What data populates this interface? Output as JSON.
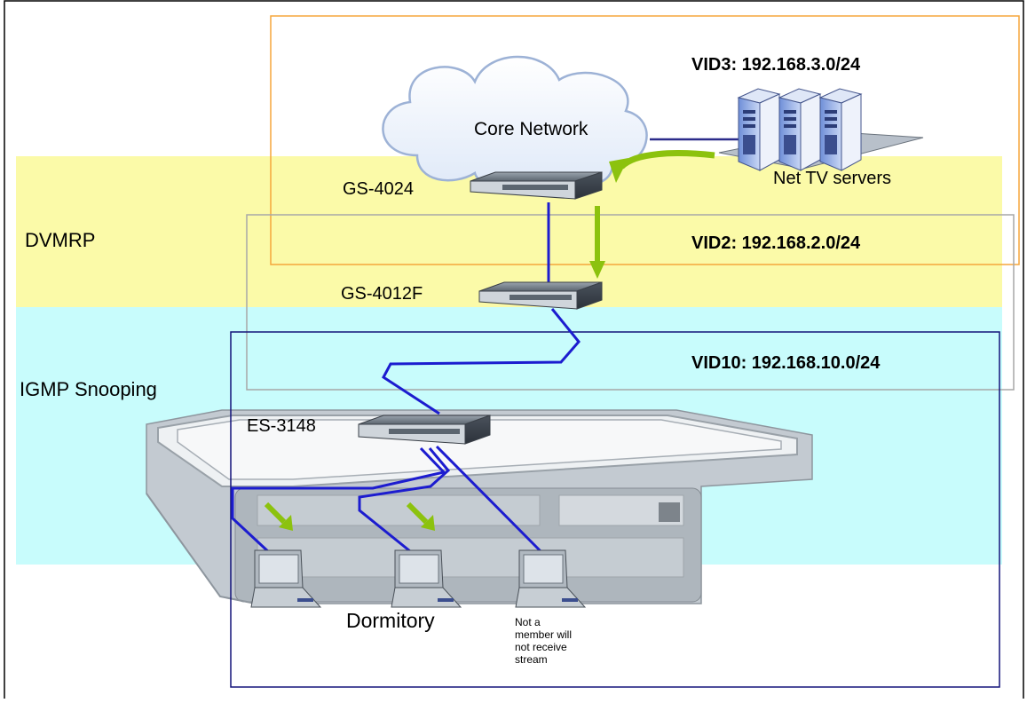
{
  "zones": {
    "dvmrp": {
      "label": "DVMRP",
      "color": "#fbfaa8"
    },
    "igmp": {
      "label": "IGMP Snooping",
      "color": "#c8fcfc"
    }
  },
  "vlans": {
    "vid3": {
      "label": "VID3: 192.168.3.0/24",
      "color": "#f5a63b"
    },
    "vid2": {
      "label": "VID2: 192.168.2.0/24",
      "color": "#a7a7a7"
    },
    "vid10": {
      "label": "VID10: 192.168.10.0/24",
      "color": "#13137a"
    }
  },
  "cloud": {
    "label": "Core Network"
  },
  "servers": {
    "label": "Net TV servers"
  },
  "switches": {
    "gs4024": "GS-4024",
    "gs4012f": "GS-4012F",
    "es3148": "ES-3148"
  },
  "clients": {
    "group_label": "Dormitory",
    "non_member_note": "Not a member will not receive stream"
  },
  "colors": {
    "link": "#1c1ccf",
    "stream_arrow": "#8cc20e",
    "building": "#c9d0d6"
  }
}
